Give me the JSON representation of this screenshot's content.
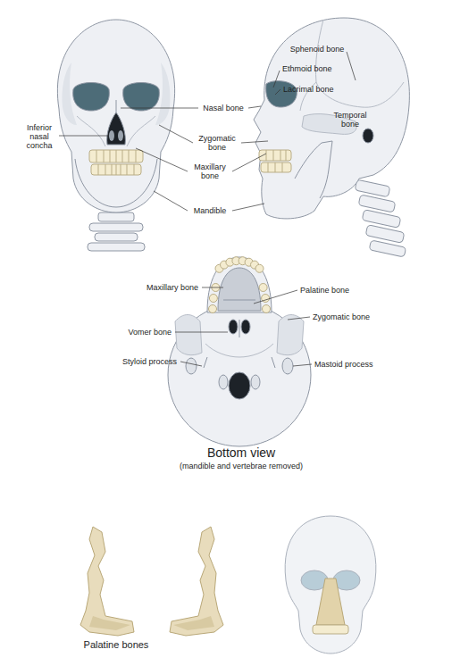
{
  "diagram": {
    "labels": [
      "Sphenoid bone",
      "Ethmoid bone",
      "Lacrimal bone",
      "Nasal bone",
      "Inferior nasal concha",
      "Zygomatic bone",
      "Temporal bone",
      "Maxillary bone",
      "Mandible",
      "Maxillary bone",
      "Palatine bone",
      "Zygomatic bone",
      "Vomer bone",
      "Styloid process",
      "Mastoid process",
      "Bottom view",
      "(mandible and vertebrae removed)",
      "Palatine bones"
    ]
  }
}
